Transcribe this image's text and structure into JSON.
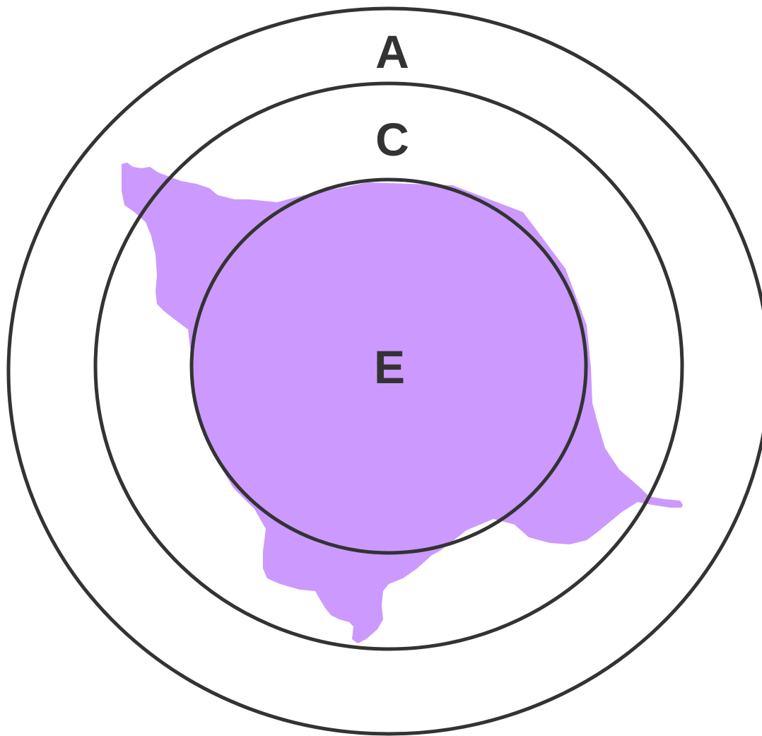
{
  "diagram": {
    "type": "nested-ellipses",
    "regions": [
      {
        "id": "outer",
        "label": "A"
      },
      {
        "id": "middle",
        "label": "C"
      },
      {
        "id": "inner",
        "label": "E"
      }
    ],
    "highlight": {
      "shape": "irregular-blob",
      "description_visible": false
    }
  },
  "colors": {
    "outline": "#333333",
    "label": "#333333",
    "highlight_fill": "#cc99ff",
    "background": "#ffffff"
  }
}
